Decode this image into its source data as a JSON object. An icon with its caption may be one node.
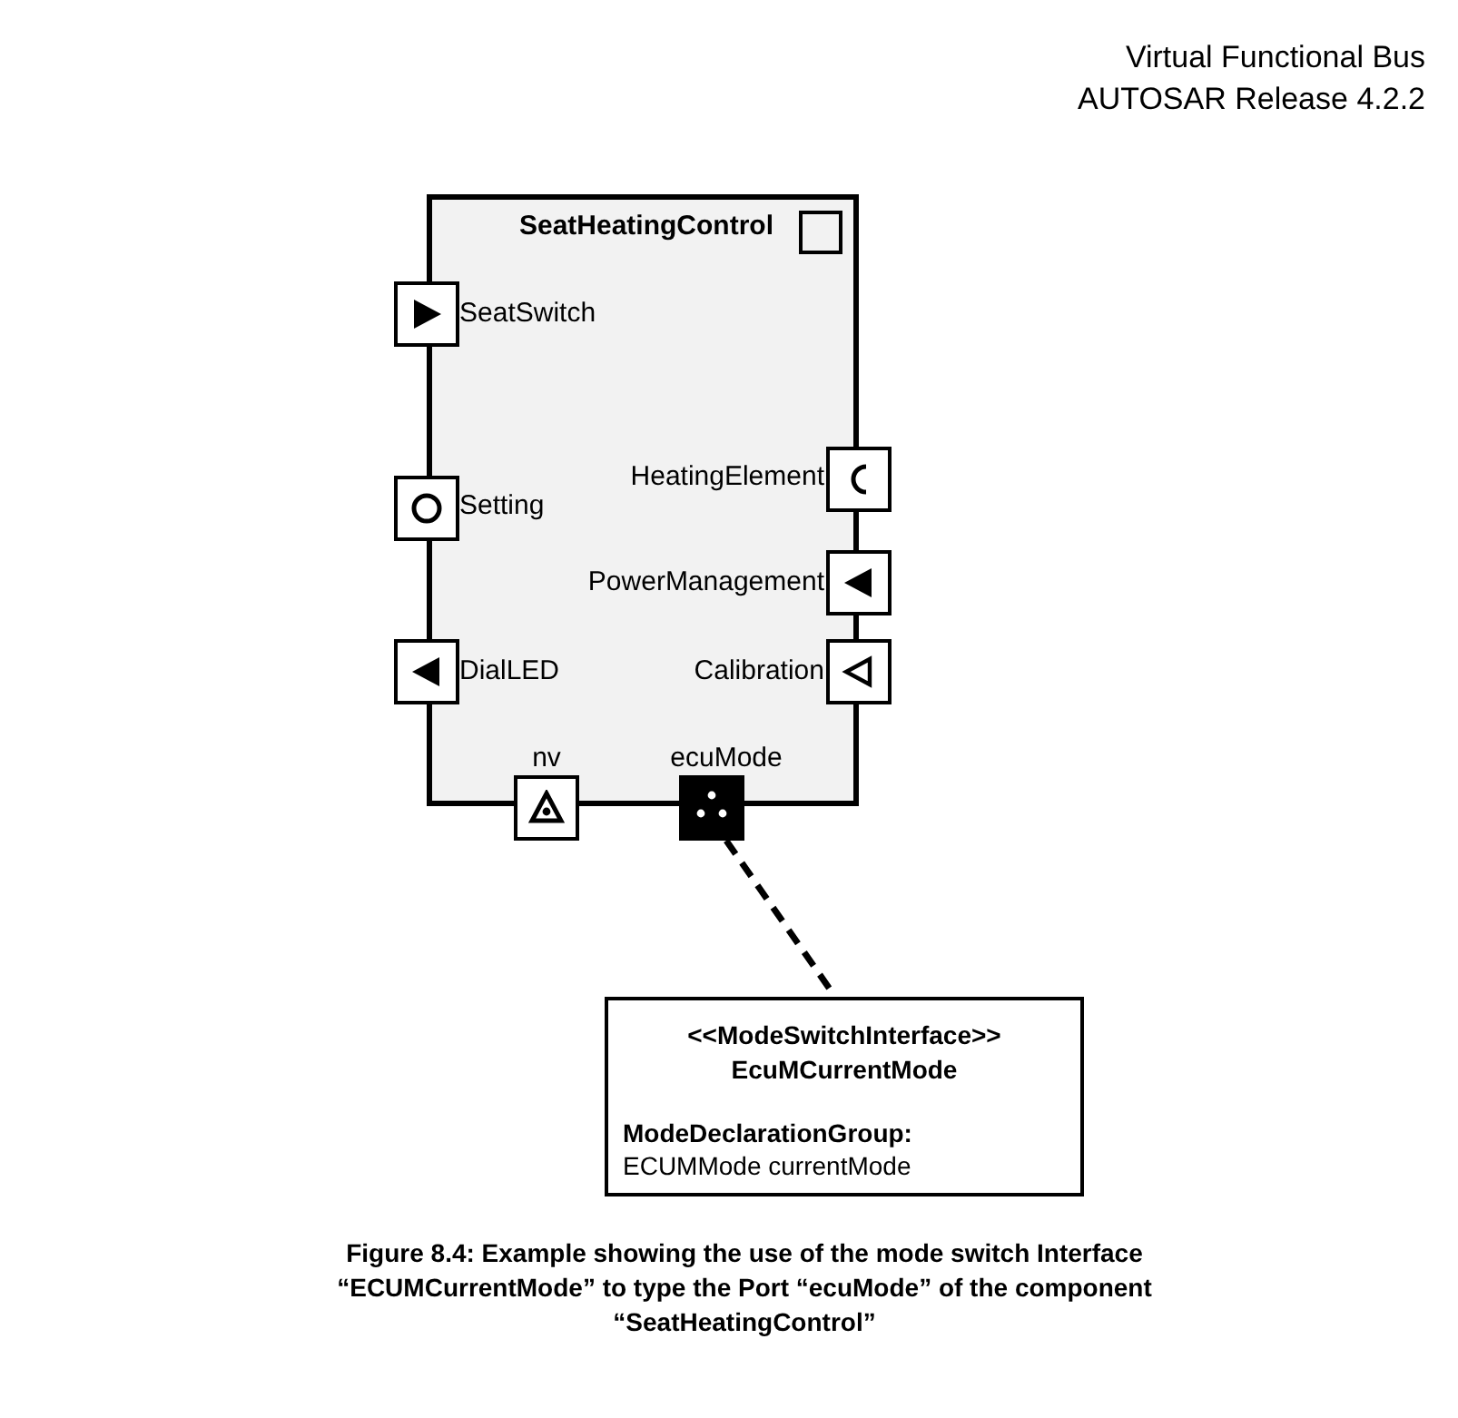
{
  "diagram": {
    "caption": "Figure 8.4: Example showing the use of the mode switch Interface “ECUMCurrentMode” to type the Port “ecuMode” of the component “SeatHeatingControl”",
    "nodes": [
      {
        "text": [
          "SeatHeatingControl"
        ]
      },
      {
        "text": [],
        "shape": "box",
        "beside": [
          "SeatSwitch"
        ]
      },
      {
        "text": [],
        "shape": "box",
        "beside": [
          "HeatingElement"
        ]
      },
      {
        "text": [],
        "shape": "box",
        "beside": [
          "Setting"
        ]
      },
      {
        "text": [],
        "shape": "box",
        "beside": [
          "PowerManagement"
        ]
      },
      {
        "text": [],
        "shape": "box",
        "beside": [
          "DialLED"
        ]
      },
      {
        "text": [],
        "shape": "box",
        "beside": [
          "Calibration"
        ]
      },
      {
        "text": [],
        "shape": "box",
        "beside": [
          "nv"
        ]
      },
      {
        "text": [],
        "shape": "box",
        "beside": [
          "ecuMode"
        ]
      },
      {
        "text": [
          "<<ModeSwitchInterface>> EcuMCurrentMode",
          "ModeDeclarationGroup:",
          "ECUMMode currentMode"
        ]
      }
    ],
    "edges": [
      {
        "from": 8,
        "to": 9,
        "arrow": "none",
        "style": "dashed"
      }
    ],
    "labels": [
      "Virtual Functional Bus",
      "AUTOSAR Release 4.2.2"
    ]
  }
}
